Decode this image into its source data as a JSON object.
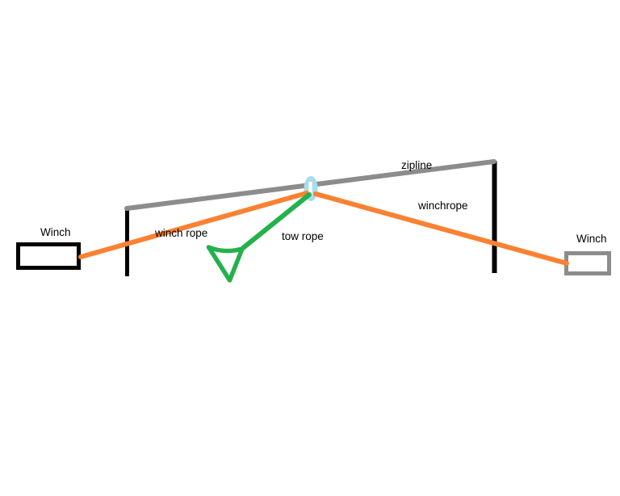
{
  "labels": {
    "left_winch": "Winch",
    "left_rope": "winch rope",
    "tow_rope": "tow rope",
    "zipline": "zipline",
    "right_rope": "winchrope",
    "right_winch": "Winch"
  },
  "colors": {
    "rope_orange": "#FA8132",
    "tow_green": "#24B14C",
    "zipline_gray": "#8C8C8C",
    "pole_black": "#000000",
    "left_winch_border": "#000000",
    "right_winch_border": "#8C8C8C",
    "pulley_blue": "#A8DCEC",
    "slot_white": "#FFFFFF",
    "box_fill": "#FFFFFF"
  }
}
